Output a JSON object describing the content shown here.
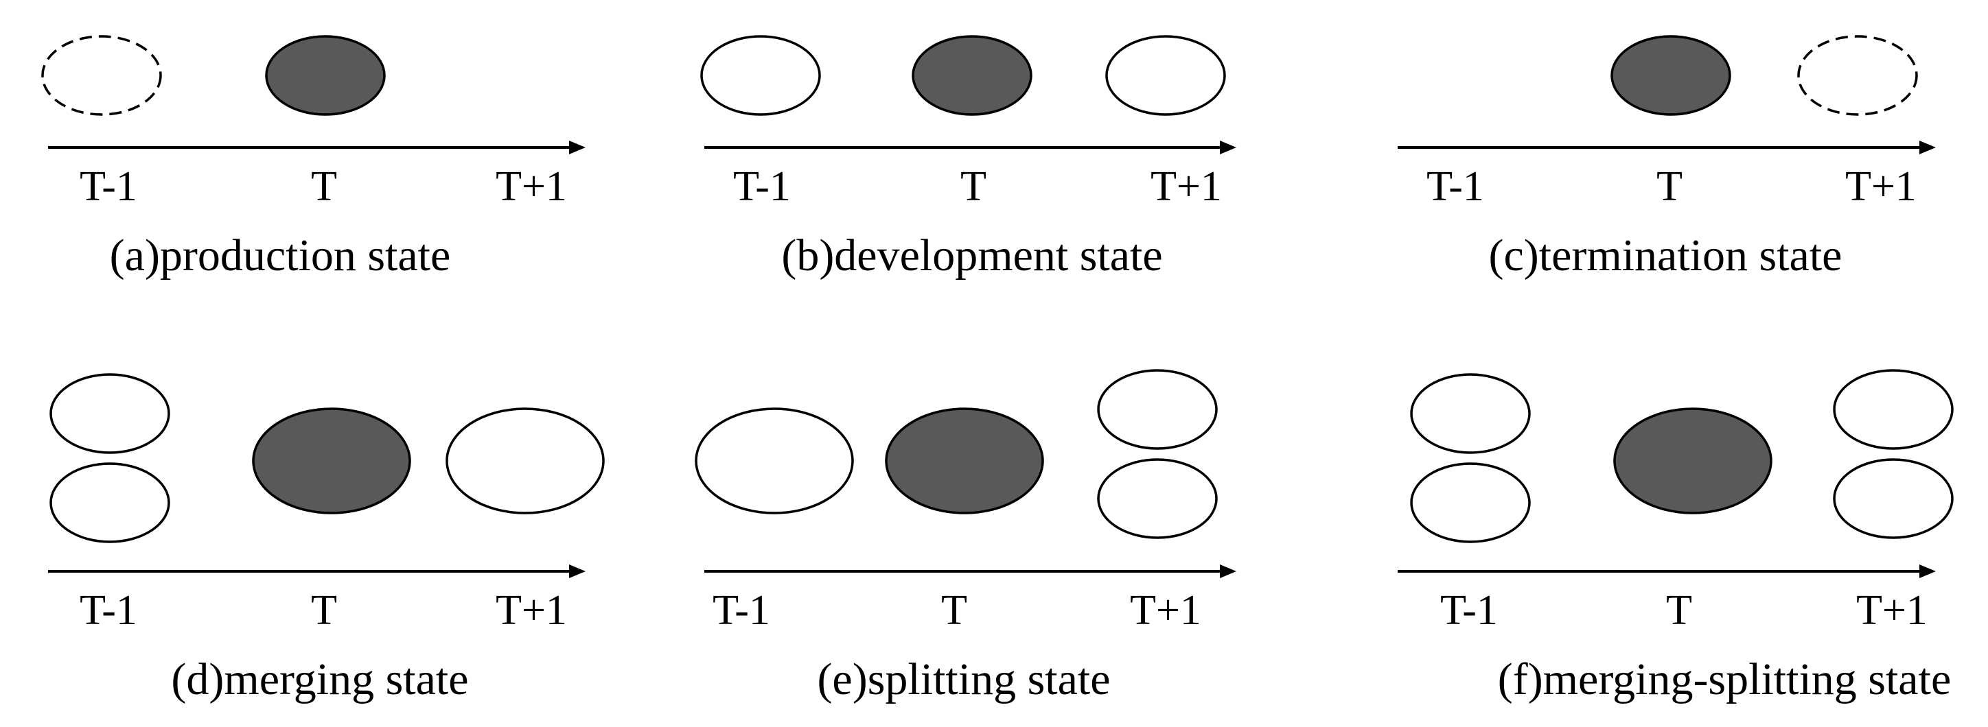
{
  "colors": {
    "current_fill": "#595959",
    "neighbor_fill": "#ffffff",
    "outline": "#000000"
  },
  "panels": [
    {
      "key": "a",
      "caption": "(a)production state",
      "ticks": [
        "T-1",
        "T",
        "T+1"
      ],
      "ellipses": {
        "prev": [
          {
            "style": "dashed"
          }
        ],
        "curr": [
          {
            "style": "filled"
          }
        ],
        "next": []
      }
    },
    {
      "key": "b",
      "caption": "(b)development state",
      "ticks": [
        "T-1",
        "T",
        "T+1"
      ],
      "ellipses": {
        "prev": [
          {
            "style": "solid"
          }
        ],
        "curr": [
          {
            "style": "filled"
          }
        ],
        "next": [
          {
            "style": "solid"
          }
        ]
      }
    },
    {
      "key": "c",
      "caption": "(c)termination state",
      "ticks": [
        "T-1",
        "T",
        "T+1"
      ],
      "ellipses": {
        "prev": [],
        "curr": [
          {
            "style": "filled"
          }
        ],
        "next": [
          {
            "style": "dashed"
          }
        ]
      }
    },
    {
      "key": "d",
      "caption": "(d)merging state",
      "ticks": [
        "T-1",
        "T",
        "T+1"
      ],
      "ellipses": {
        "prev": [
          {
            "style": "solid"
          },
          {
            "style": "solid"
          }
        ],
        "curr": [
          {
            "style": "filled"
          }
        ],
        "next": [
          {
            "style": "solid"
          }
        ]
      }
    },
    {
      "key": "e",
      "caption": "(e)splitting state",
      "ticks": [
        "T-1",
        "T",
        "T+1"
      ],
      "ellipses": {
        "prev": [
          {
            "style": "solid"
          }
        ],
        "curr": [
          {
            "style": "filled"
          }
        ],
        "next": [
          {
            "style": "solid"
          },
          {
            "style": "solid"
          }
        ]
      }
    },
    {
      "key": "f",
      "caption": "(f)merging-splitting state",
      "ticks": [
        "T-1",
        "T",
        "T+1"
      ],
      "ellipses": {
        "prev": [
          {
            "style": "solid"
          },
          {
            "style": "solid"
          }
        ],
        "curr": [
          {
            "style": "filled"
          }
        ],
        "next": [
          {
            "style": "solid"
          },
          {
            "style": "solid"
          }
        ]
      }
    }
  ]
}
